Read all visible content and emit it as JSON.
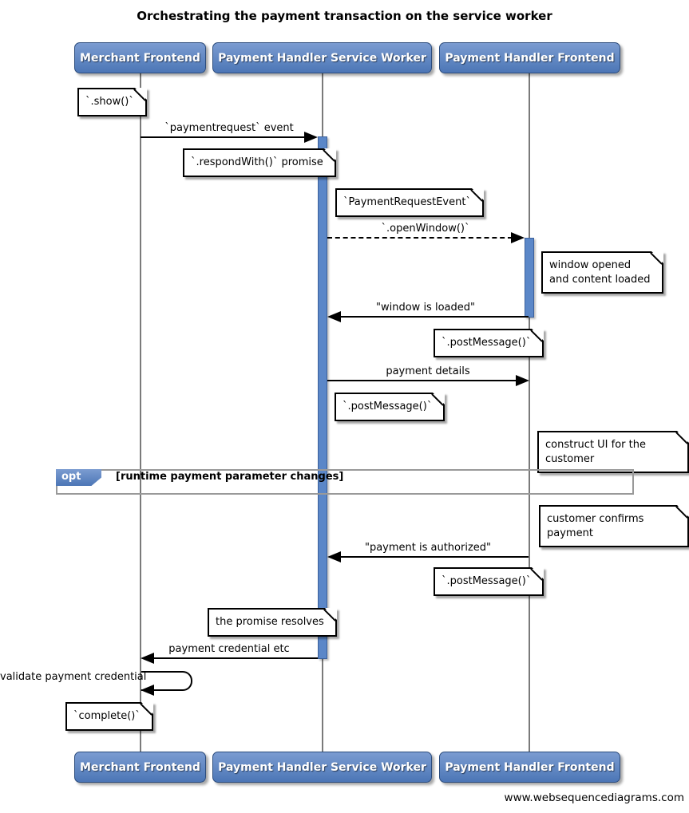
{
  "title": "Orchestrating the payment transaction on the service worker",
  "watermark": "www.websequencediagrams.com",
  "actors": [
    {
      "label": "Merchant Frontend"
    },
    {
      "label": "Payment Handler Service Worker"
    },
    {
      "label": "Payment Handler Frontend"
    }
  ],
  "messages": {
    "payment_request": "`paymentrequest` event",
    "open_window": "`.openWindow()`",
    "window_loaded": "\"window is loaded\"",
    "payment_details": "payment details",
    "payment_authorized": "\"payment is authorized\"",
    "payment_credential": "payment credential etc",
    "validate_credential": "validate payment credential"
  },
  "notes": {
    "show": "`.show()`",
    "respond_with": "`.respondWith()` promise",
    "payment_request_event": "`PaymentRequestEvent`",
    "window_opened": "window opened\nand content loaded",
    "post_message_1": "`.postMessage()`",
    "post_message_2": "`.postMessage()`",
    "construct_ui": "construct UI for the customer",
    "customer_confirms": "customer confirms payment",
    "post_message_3": "`.postMessage()`",
    "promise_resolves": "the promise resolves",
    "complete": "`complete()`"
  },
  "fragment": {
    "operator": "opt",
    "condition": "[runtime payment parameter changes]"
  },
  "colors": {
    "actor_fill_top": "#7b9cd1",
    "actor_fill_bottom": "#4c76b6",
    "actor_border": "#2c4c7c",
    "actor_text": "#ffffff",
    "activation_fill": "#5b87c8",
    "activation_border": "#3c619c",
    "lifeline": "#7a7a7a",
    "frame_border": "#999999",
    "note_bg": "#ffffff",
    "note_border": "#000000"
  }
}
